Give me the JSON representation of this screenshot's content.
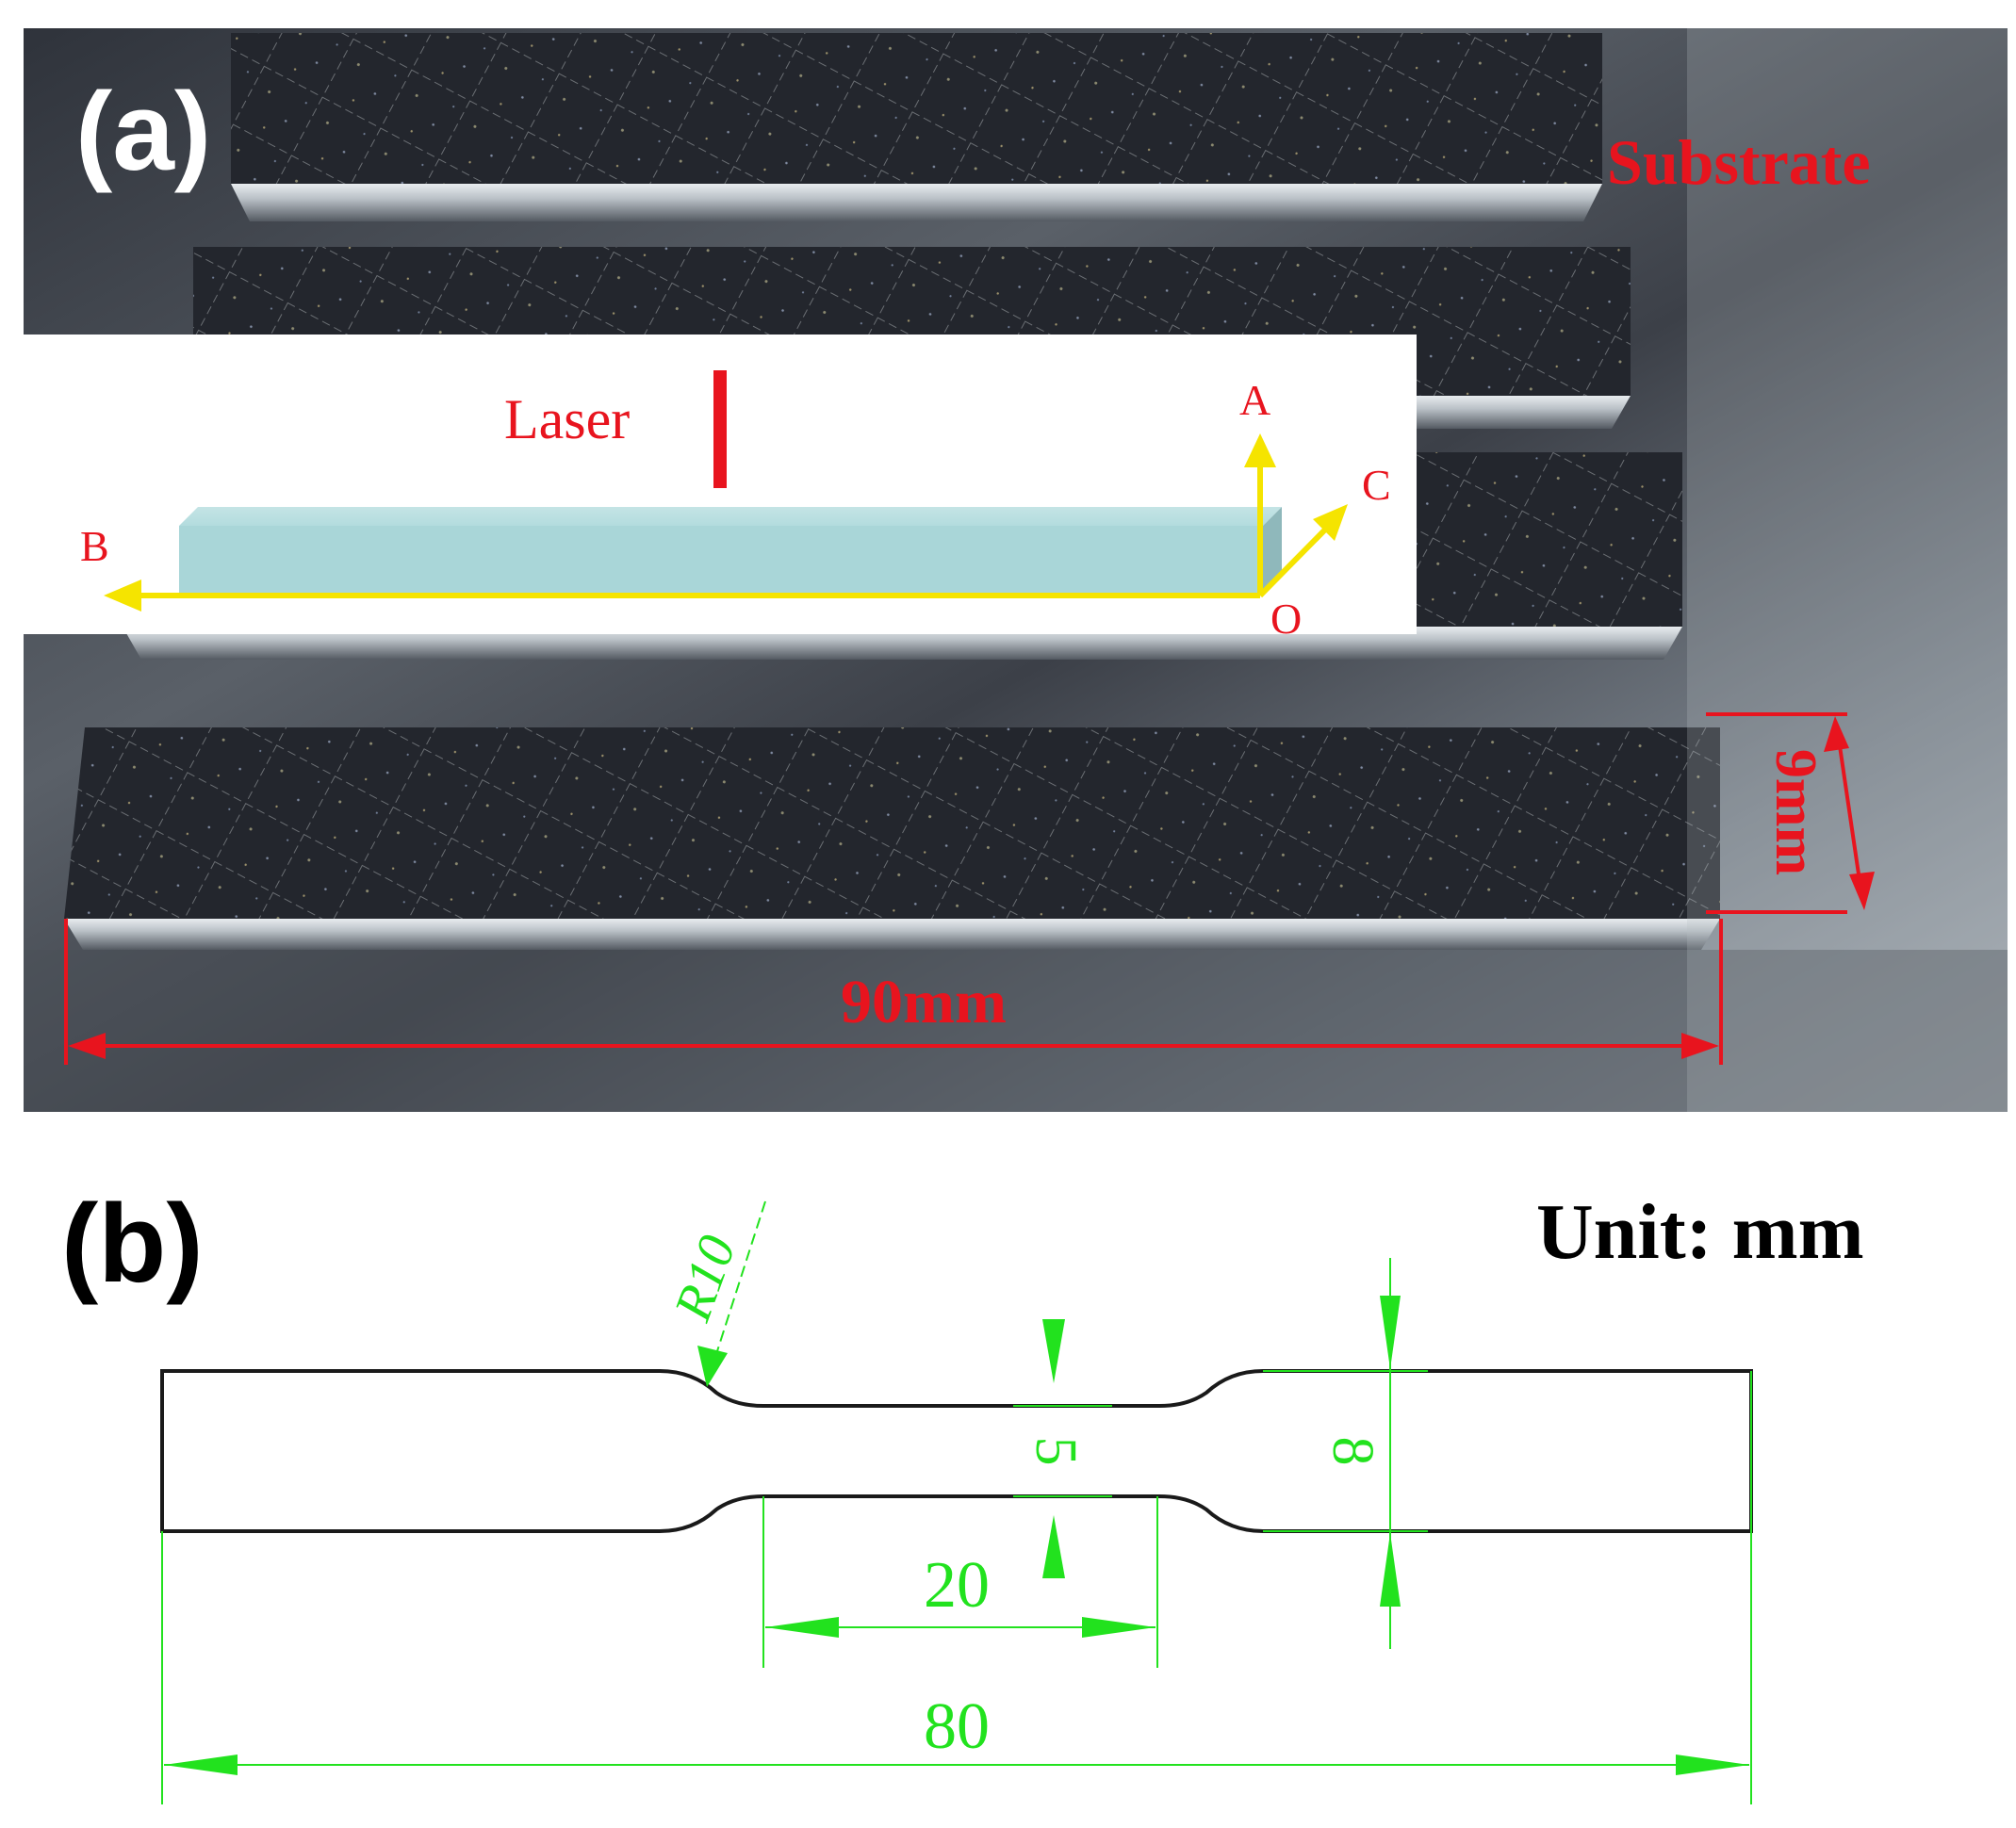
{
  "panel_a": {
    "label": "(a)",
    "substrate_label": "Substrate",
    "length_label": "90mm",
    "height_label": "9mm",
    "inset": {
      "laser_label": "Laser",
      "axis_a": "A",
      "axis_b": "B",
      "axis_c": "C",
      "origin": "O"
    }
  },
  "panel_b": {
    "label": "(b)",
    "unit_label": "Unit: mm",
    "radius_label": "R10",
    "gauge_width": "5",
    "grip_width": "8",
    "gauge_length": "20",
    "total_length": "80"
  },
  "colors": {
    "annotation_red": "#e8141e",
    "axis_yellow": "#f5e400",
    "dimension_green": "#22e21e",
    "specimen_blue": "#a9d6d8",
    "outline": "#1a1a1a",
    "photo_dark": "#2a2d35",
    "photo_metal": "#9aa3ad"
  },
  "icons": {
    "arrow_heads": "triangle"
  }
}
